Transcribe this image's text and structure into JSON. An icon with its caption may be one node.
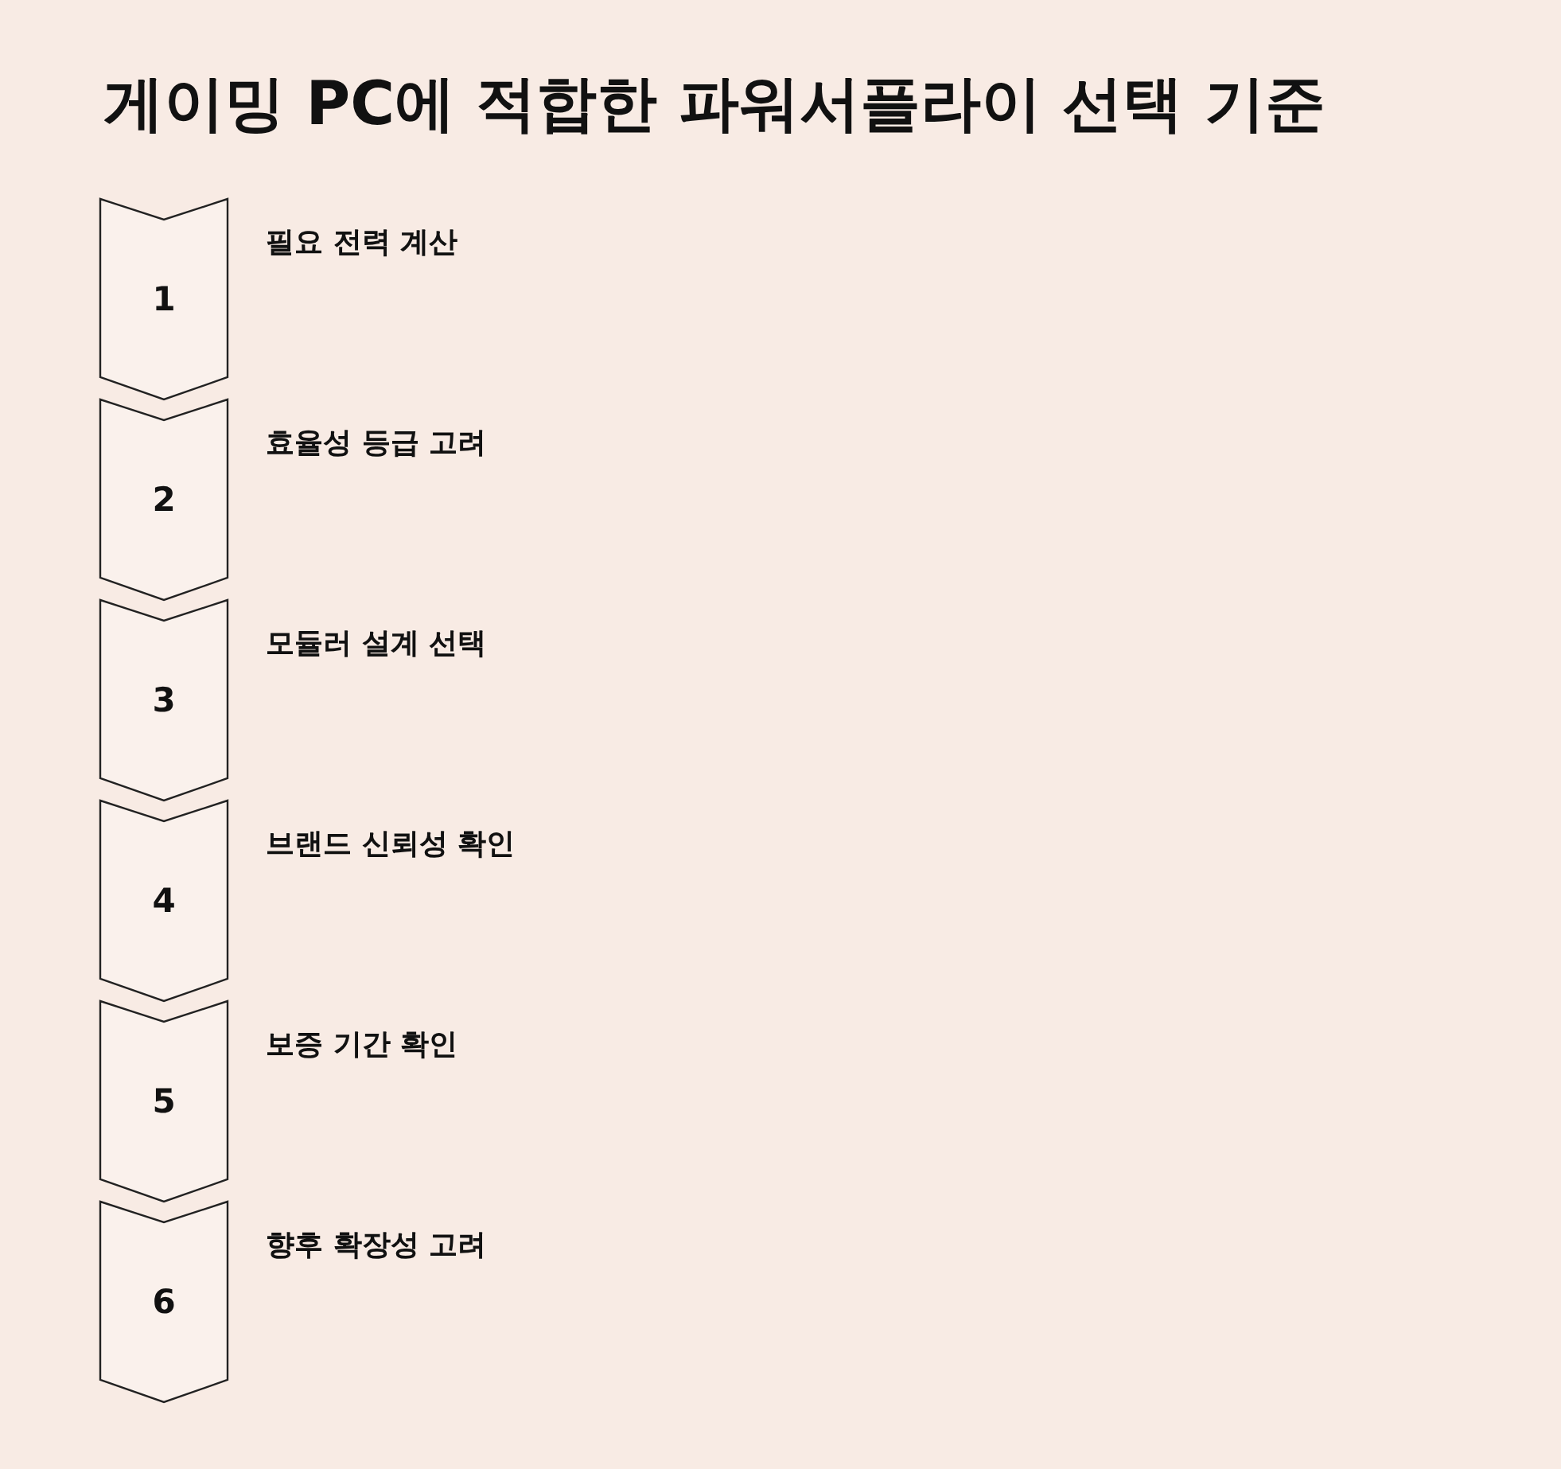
{
  "diagram": {
    "title": "게이밍 PC에 적합한 파워서플라이 선택 기준",
    "nodes": [
      {
        "text": [
          "1"
        ],
        "beside": [
          "필요 전력 계산"
        ]
      },
      {
        "text": [
          "2"
        ],
        "beside": [
          "효율성 등급 고려"
        ]
      },
      {
        "text": [
          "3"
        ],
        "beside": [
          "모듈러 설계 선택"
        ]
      },
      {
        "text": [
          "4"
        ],
        "beside": [
          "브랜드 신뢰성 확인"
        ]
      },
      {
        "text": [
          "5"
        ],
        "beside": [
          "보증 기간 확인"
        ]
      },
      {
        "text": [
          "6"
        ],
        "beside": [
          "향후 확장성 고려"
        ]
      }
    ],
    "edges": []
  }
}
